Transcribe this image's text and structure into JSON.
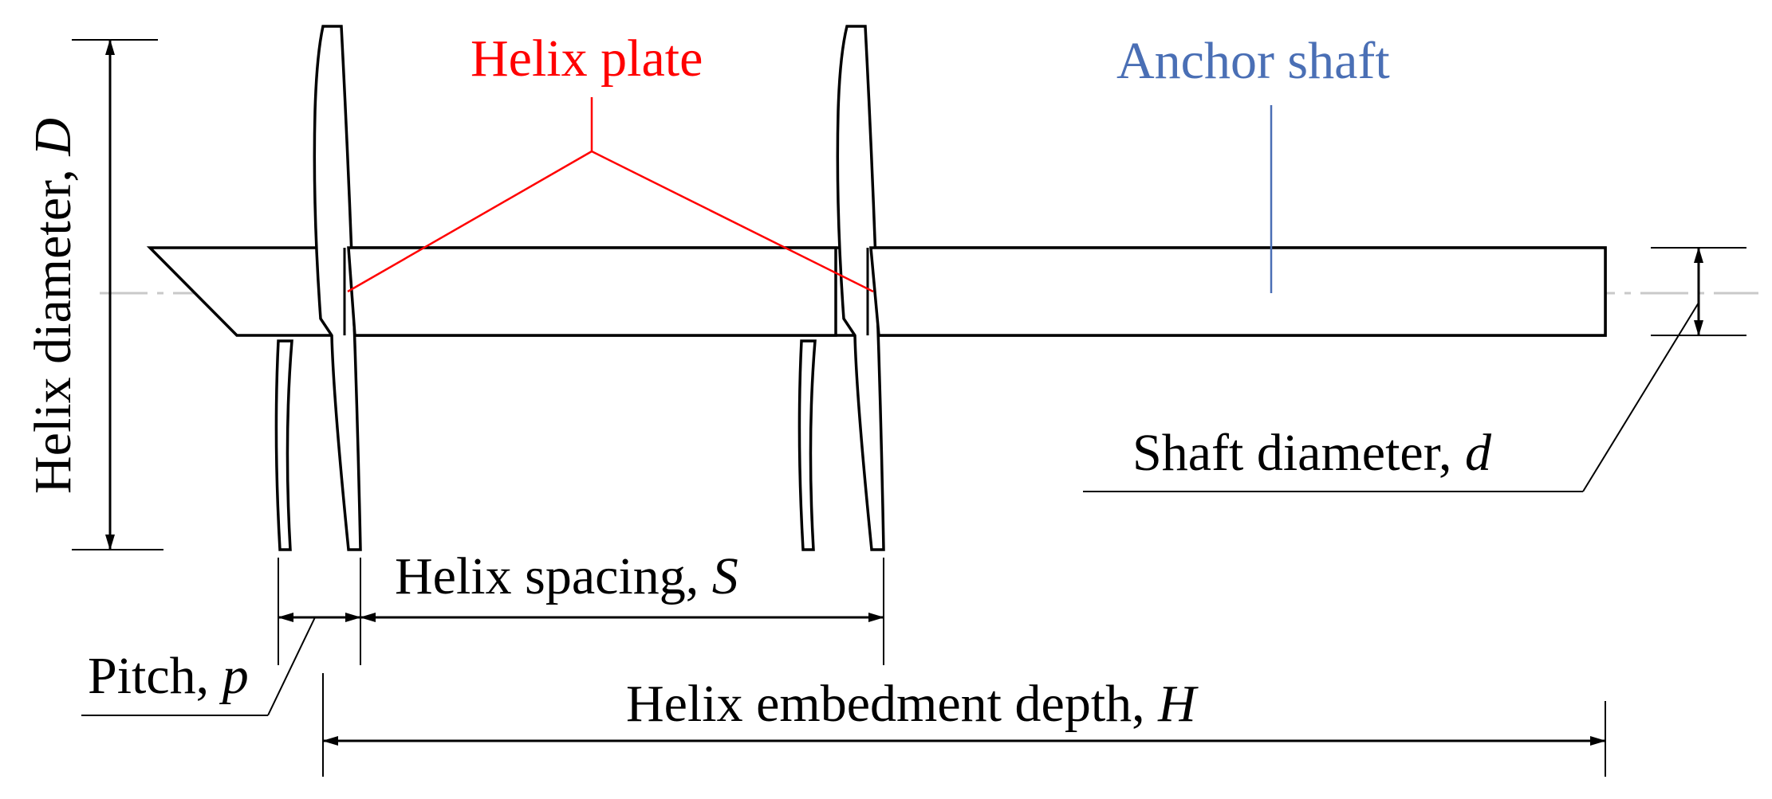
{
  "labels": {
    "helix_plate": "Helix plate",
    "anchor_shaft": "Anchor shaft",
    "helix_diameter_text": "Helix diameter, ",
    "helix_diameter_sym": "D",
    "shaft_diameter_text": "Shaft diameter, ",
    "shaft_diameter_sym": "d",
    "helix_spacing_text": "Helix spacing, ",
    "helix_spacing_sym": "S",
    "pitch_text": "Pitch, ",
    "pitch_sym": "p",
    "embedment_text": "Helix embedment depth, ",
    "embedment_sym": "H"
  },
  "colors": {
    "helix_plate_label": "#ff0000",
    "anchor_shaft_label": "#4a6fb5",
    "line": "#000000",
    "centerline": "#c9c9c9"
  }
}
